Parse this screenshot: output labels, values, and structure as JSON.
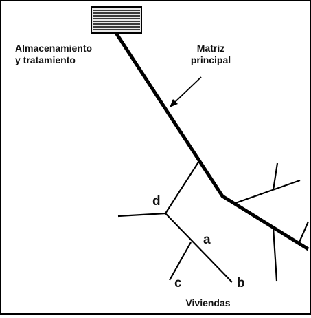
{
  "diagram": {
    "labels": {
      "storage_line1": "Almacenamiento",
      "storage_line2": "y tratamiento",
      "main_line1": "Matriz",
      "main_line2": "principal",
      "houses": "Viviendas",
      "letter_a": "a",
      "letter_b": "b",
      "letter_c": "c",
      "letter_d": "d"
    },
    "colors": {
      "line": "#000000",
      "text": "#111111",
      "background": "#ffffff",
      "tank_fill": "#e8e8e8"
    }
  }
}
